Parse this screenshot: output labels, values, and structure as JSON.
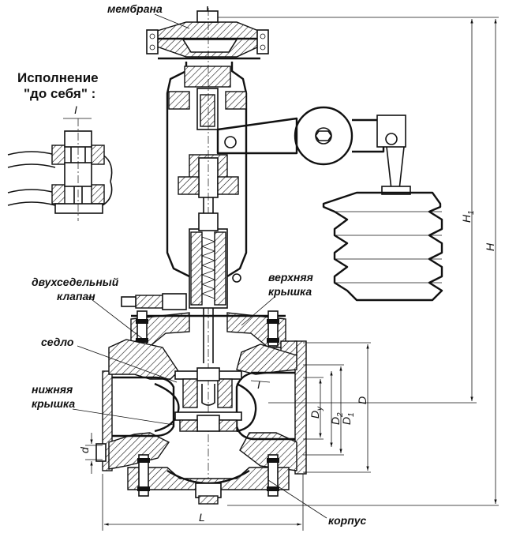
{
  "labels": {
    "membrane": "мембрана",
    "variant_title": "Исполнение",
    "variant_subtitle": "\"до себя\" :",
    "variant_view": "I",
    "double_seat_valve_line1": "двухседельный",
    "double_seat_valve_line2": "клапан",
    "seat": "седло",
    "lower_cover_line1": "нижняя",
    "lower_cover_line2": "крышка",
    "upper_cover_line1": "верхняя",
    "upper_cover_line2": "крышка",
    "body": "корпус",
    "section_mark": "I"
  },
  "dimensions": {
    "H1": "H",
    "H1_sub": "1",
    "H": "H",
    "Dy": "D",
    "Dy_sub": "y",
    "D2": "D",
    "D2_sub": "2",
    "D1": "D",
    "D1_sub": "1",
    "D": "D",
    "d": "d",
    "L": "L"
  }
}
